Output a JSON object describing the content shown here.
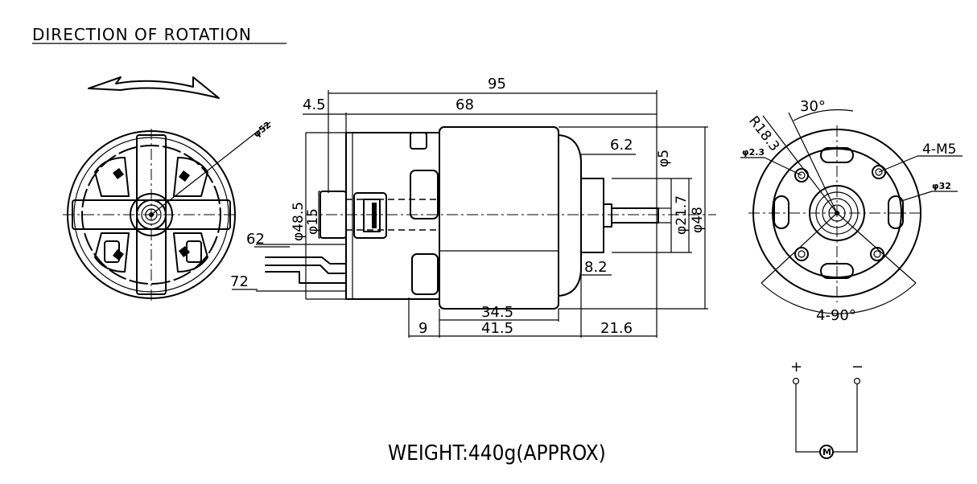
{
  "title": "DIRECTION OF ROTATION",
  "weight": "WEIGHT:440g(APPROX)",
  "front_view": {
    "dia_label": "φ52"
  },
  "side_view": {
    "dims": {
      "overall_length": "95",
      "body_length": "68",
      "left_offset": "4.5",
      "shaft_offset": "6.2",
      "flange_step": "8.2",
      "can_length": "34.5",
      "can_total": "41.5",
      "left_gap": "9",
      "shaft_length": "21.6",
      "dim_62": "62",
      "dim_72": "72",
      "dia_bushing": "φ48.5",
      "dia_15": "φ15",
      "dia_shaft": "φ5",
      "dia_boss": "φ21.7",
      "dia_can": "φ48"
    }
  },
  "rear_view": {
    "dims": {
      "radius": "R18.3",
      "angle_top": "30°",
      "hole_small": "φ2.3",
      "thread": "4-M5",
      "pcd": "φ32",
      "angle_bottom": "4-90°"
    }
  },
  "circuit": {
    "plus": "+",
    "minus": "−",
    "motor": "M"
  }
}
